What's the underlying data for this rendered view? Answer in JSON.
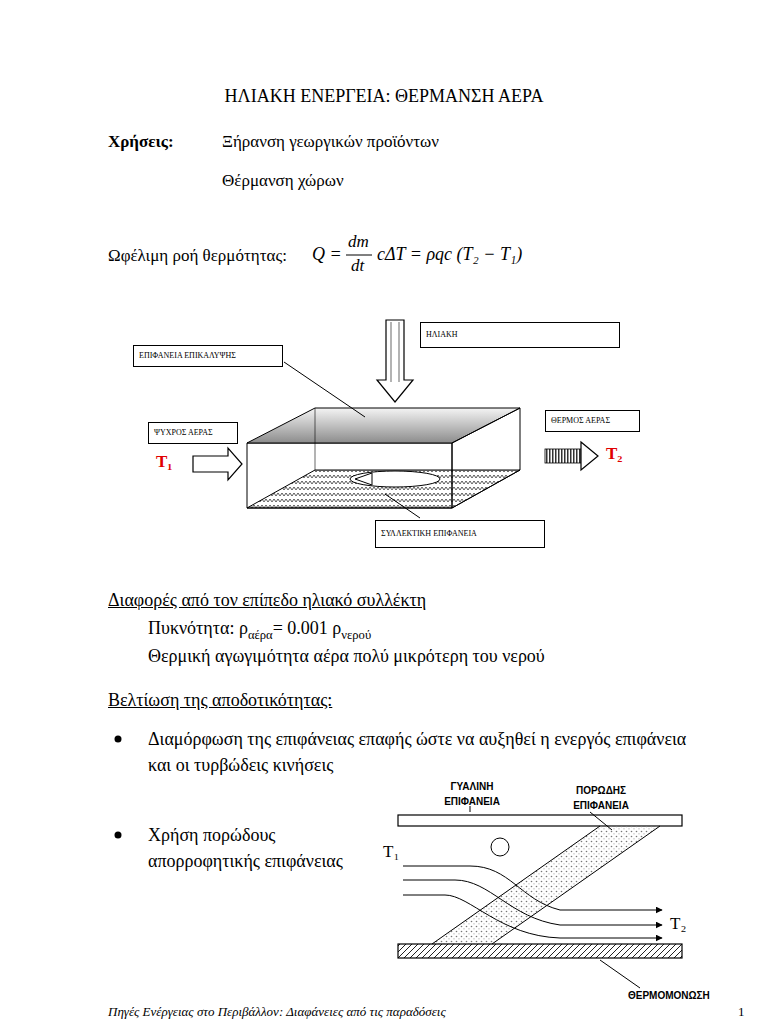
{
  "diagram": {
    "title": "ΗΛΙΑΚΗ ΕΝΕΡΓΕΙΑ: ΘΕΡΜΑΝΣΗ ΑΕΡΑ",
    "nodes": [
      {
        "text": [
          "ΗΛΙΑΚΗ"
        ]
      },
      {
        "text": [
          "ΕΠΙΦΑΝΕΙΑ ΕΠΙΚΑΛΥΨΗΣ"
        ]
      },
      {
        "text": [
          "ΨΥΧΡΟΣ ΑΕΡΑΣ"
        ]
      },
      {
        "text": [
          "ΘΕΡΜΟΣ ΑΕΡΑΣ"
        ]
      },
      {
        "text": [
          "ΣΥΛΛΕΚΤΙΚΗ ΕΠΙΦΑΝΕΙΑ"
        ]
      }
    ],
    "labels": [
      "Χρήσεις:",
      "Ξήρανση γεωργικών προϊόντων",
      "Θέρμανση χώρων",
      "Ωφέλιμη ροή θερμότητας:",
      "Q =",
      "dm",
      "dt",
      "cΔT = ρqc (T₂ − T₁)",
      "T₁",
      "T₂",
      "Διαφορές από τον επίπεδο ηλιακό συλλέκτη",
      "Πυκνότητα: ρ",
      "αέρα",
      "= 0.001 ρ",
      "νερού",
      "Θερμική αγωγιμότητα αέρα πολύ μικρότερη του νερού",
      "Βελτίωση της αποδοτικότητας:",
      "Διαμόρφωση της επιφάνειας επαφής ώστε να αυξηθεί η ενεργός επιφάνεια και οι τυρβώδεις κινήσεις",
      "Χρήση πορώδους απορροφητικής επιφάνειας",
      "ΓΥΑΛΙΝΗ ΕΠΙΦΑΝΕΙΑ",
      "ΠΟΡΩΔΗΣ ΕΠΙΦΑΝΕΙΑ",
      "T₁",
      "T₂",
      "ΘΕΡΜΟΜΟΝΩΣΗ",
      "Πηγές Ενέργειας στο Περιβάλλον: Διαφάνειες από τις παραδόσεις",
      "1"
    ]
  }
}
